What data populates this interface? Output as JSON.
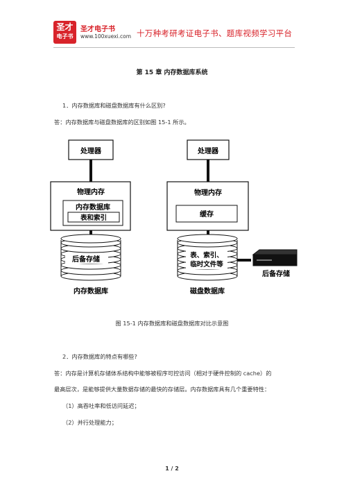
{
  "header": {
    "logo_line1": "圣才",
    "logo_line2": "电子书",
    "brand_name": "圣才电子书",
    "url": "www.100xuexi.com",
    "slogan": "十万种考研考证电子书、题库视频学习平台"
  },
  "chapter_title": "第 15 章  内存数据库系统",
  "q1": {
    "question": "1．内存数据库和磁盘数据库有什么区别?",
    "answer": "答：内存数据库与磁盘数据库的区别如图 15-1 所示。"
  },
  "figure": {
    "left": {
      "processor": "处理器",
      "memory": "物理内存",
      "imdb": "内存数据库",
      "tables": "表和索引",
      "backup": "后备存储",
      "label": "内存数据库"
    },
    "right": {
      "processor": "处理器",
      "memory": "物理内存",
      "cache": "缓存",
      "disk_line1": "表、索引、",
      "disk_line2": "临时文件等",
      "backup": "后备存储",
      "label": "磁盘数据库"
    },
    "caption": "图 15-1  内存数据库和磁盘数据库对比示意图"
  },
  "q2": {
    "question": "2．内存数据库的特点有哪些?",
    "answer_line1": "答：内存是计算机存储体系结构中能够被程序可控访问（相对于硬件控制的 cache）的",
    "answer_line2": "最高层次，是能够提供大量数据存储的最快的存储层。内存数据库具有几个重要特性：",
    "item1": "（1）高吞吐率和低访问延迟；",
    "item2": "（2）并行处理能力；"
  },
  "footer": {
    "page": "1 / 2"
  }
}
